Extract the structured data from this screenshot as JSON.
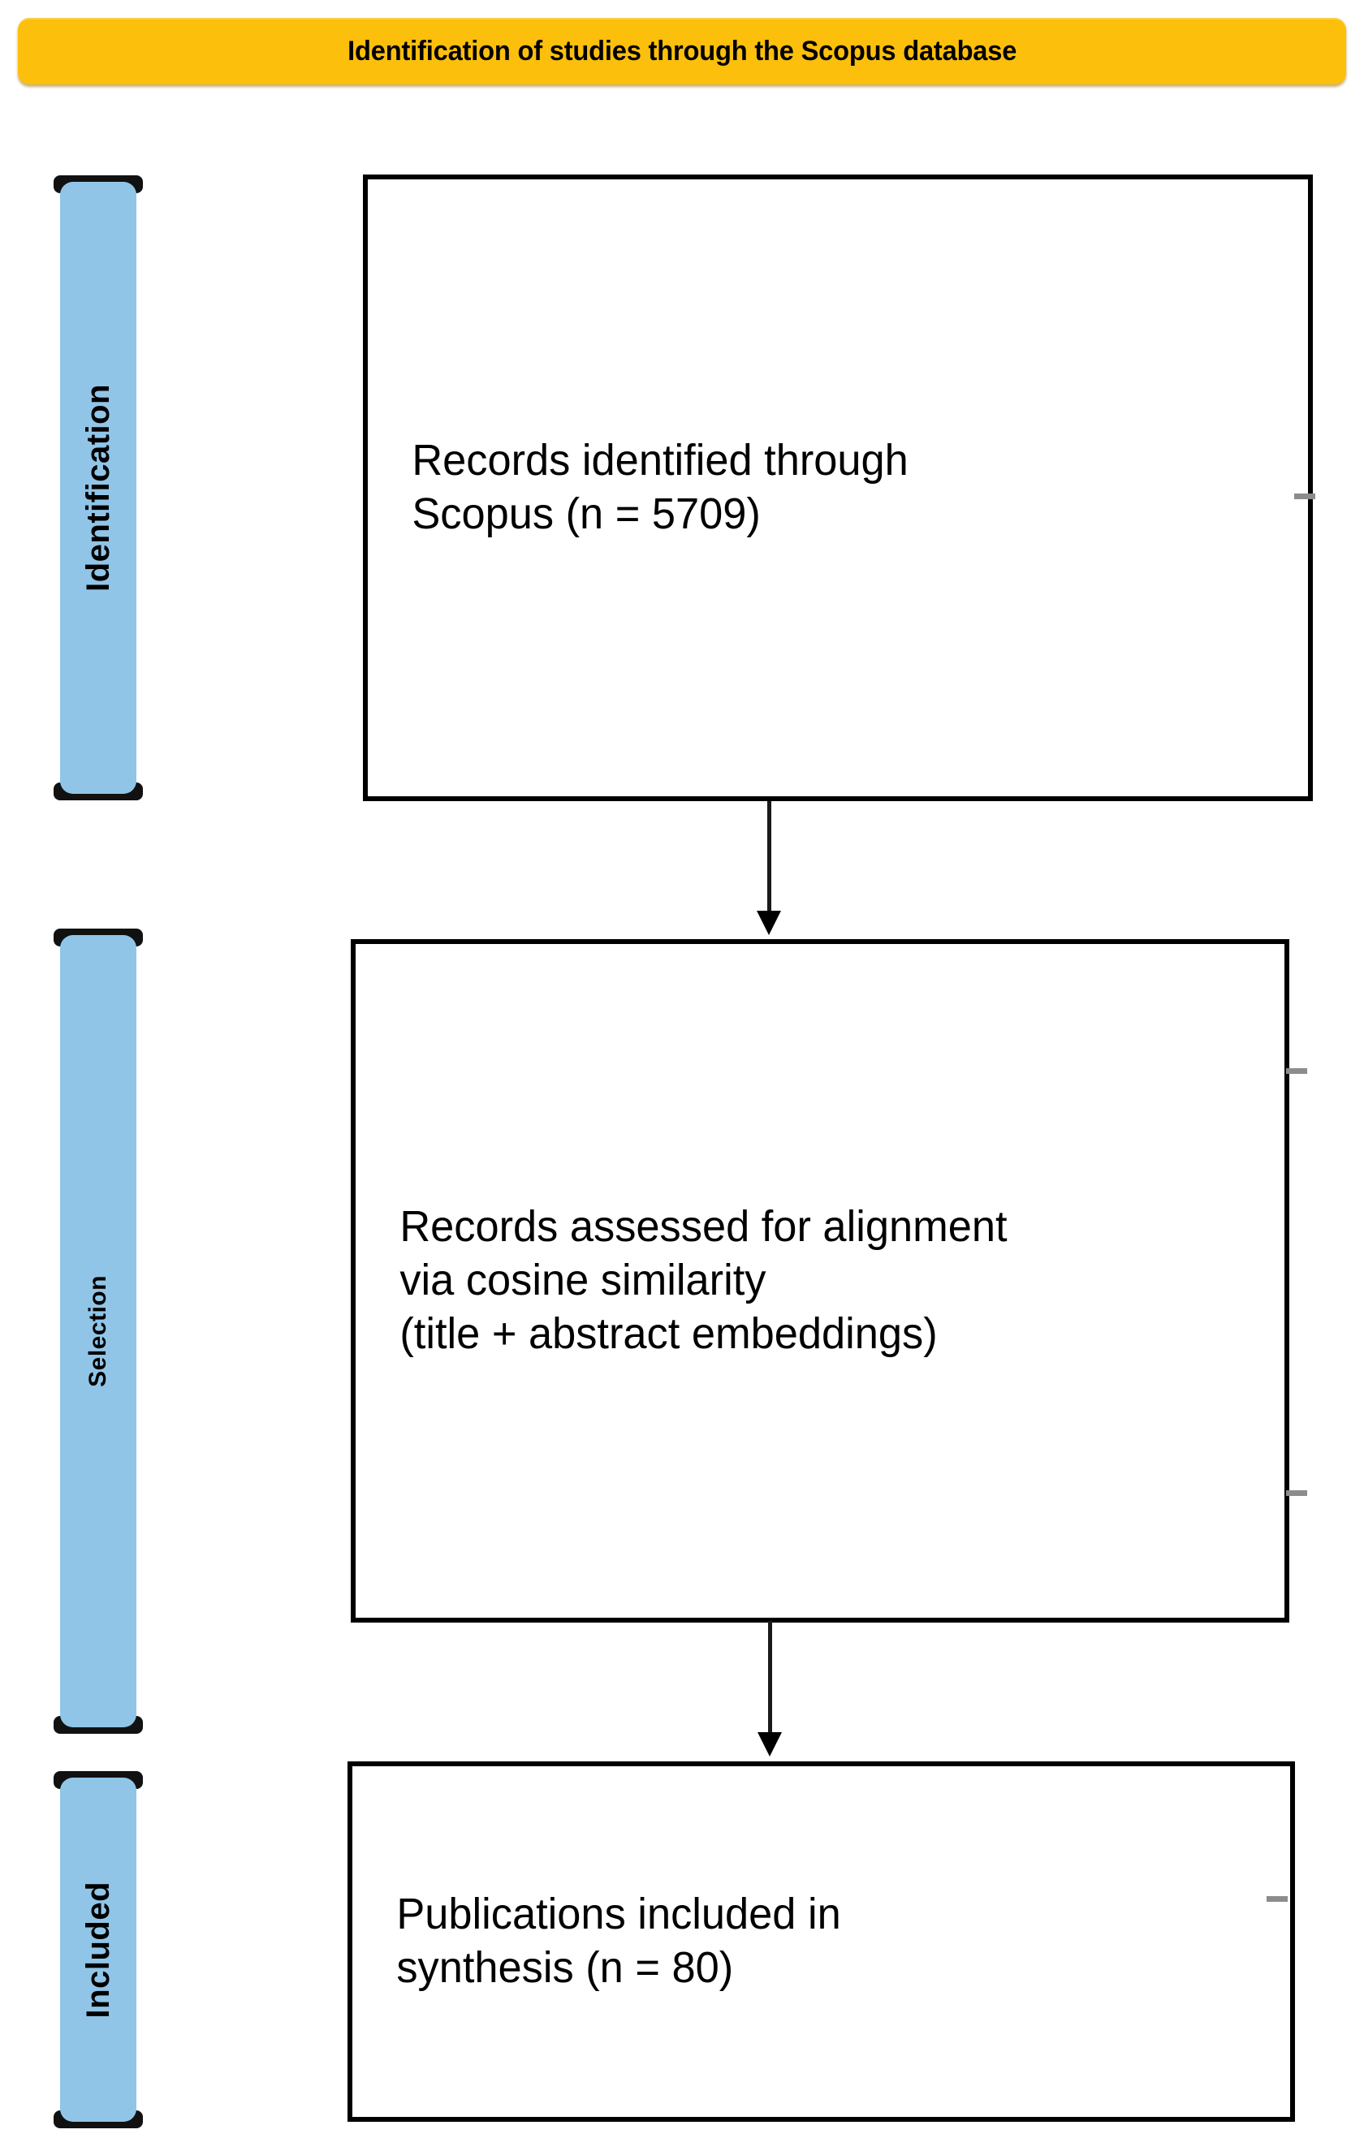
{
  "banner": {
    "title": "Identification of studies through the Scopus database",
    "color": "#FCBF0B"
  },
  "stages": [
    {
      "label": "Identification",
      "color": "#90C5E8"
    },
    {
      "label": "Selection",
      "color": "#90C5E8"
    },
    {
      "label": "Included",
      "color": "#90C5E8"
    }
  ],
  "boxes": [
    {
      "name": "records-identified",
      "lines": [
        "Records identified through",
        "Scopus (n = 5709)"
      ],
      "count": 5709
    },
    {
      "name": "records-assessed",
      "lines": [
        "Records assessed for alignment",
        "via cosine similarity",
        "(title + abstract embeddings)"
      ]
    },
    {
      "name": "publications-included",
      "lines": [
        "Publications included in",
        "synthesis (n = 80)"
      ],
      "count": 80
    }
  ],
  "arrows": [
    {
      "name": "arrow-identification-to-selection"
    },
    {
      "name": "arrow-selection-to-included"
    }
  ],
  "chart_data": {
    "type": "diagram",
    "title": "Identification of studies through the Scopus database",
    "diagram": "PRISMA flow diagram",
    "stages": [
      "Identification",
      "Selection",
      "Included"
    ],
    "nodes": [
      {
        "stage": "Identification",
        "label": "Records identified through Scopus (n = 5709)",
        "n": 5709
      },
      {
        "stage": "Selection",
        "label": "Records assessed for alignment via cosine similarity (title + abstract embeddings)",
        "n": null
      },
      {
        "stage": "Included",
        "label": "Publications included in synthesis (n = 80)",
        "n": 80
      }
    ],
    "edges": [
      {
        "from": "Records identified through Scopus (n = 5709)",
        "to": "Records assessed for alignment via cosine similarity (title + abstract embeddings)"
      },
      {
        "from": "Records assessed for alignment via cosine similarity (title + abstract embeddings)",
        "to": "Publications included in synthesis (n = 80)"
      }
    ]
  }
}
